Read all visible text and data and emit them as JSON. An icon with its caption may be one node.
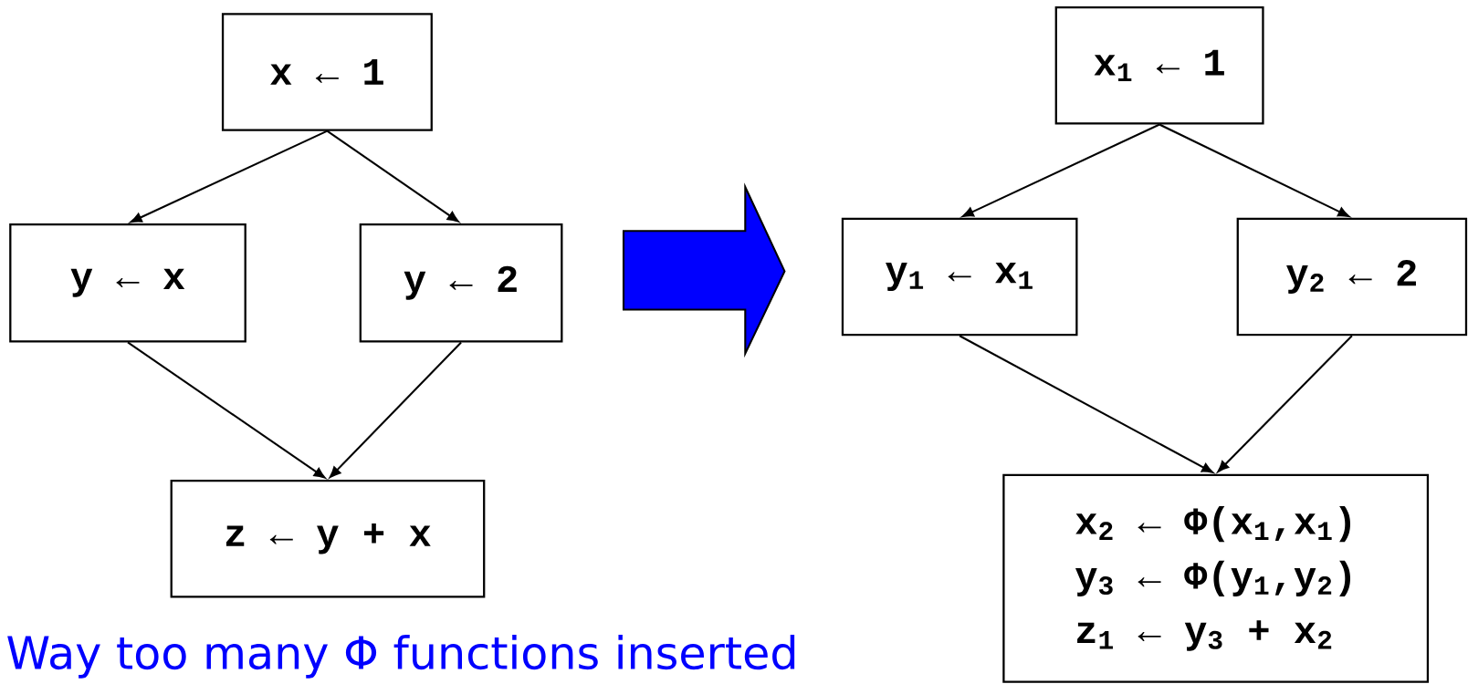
{
  "diagram": {
    "nodes": [
      {
        "text": [
          "x ← 1"
        ]
      },
      {
        "text": [
          "y ← x"
        ]
      },
      {
        "text": [
          "y ← 2"
        ]
      },
      {
        "text": [
          "z ← y + x"
        ]
      },
      {
        "text": [
          "x$_{1}$ ← 1"
        ]
      },
      {
        "text": [
          "y$_{1}$ ← x$_{1}$"
        ]
      },
      {
        "text": [
          "y$_{2}$ ← 2"
        ]
      },
      {
        "text": [
          "x$_{2}$ ← Φ(x$_{1}$,x$_{1}$)",
          "y$_{3}$ ← Φ(y$_{1}$,y$_{2}$)",
          "z$_{1}$ ← y$_{3}$ + x$_{2}$"
        ]
      }
    ],
    "edges": [
      {
        "from": 0,
        "to": 1,
        "arrow": "to"
      },
      {
        "from": 0,
        "to": 2,
        "arrow": "to"
      },
      {
        "from": 1,
        "to": 3,
        "arrow": "to"
      },
      {
        "from": 2,
        "to": 3,
        "arrow": "to"
      },
      {
        "from": 4,
        "to": 5,
        "arrow": "to"
      },
      {
        "from": 4,
        "to": 6,
        "arrow": "to"
      },
      {
        "from": 5,
        "to": 7,
        "arrow": "to"
      },
      {
        "from": 6,
        "to": 7,
        "arrow": "to"
      }
    ],
    "labels": [
      "Way too many Φ functions inserted"
    ]
  }
}
